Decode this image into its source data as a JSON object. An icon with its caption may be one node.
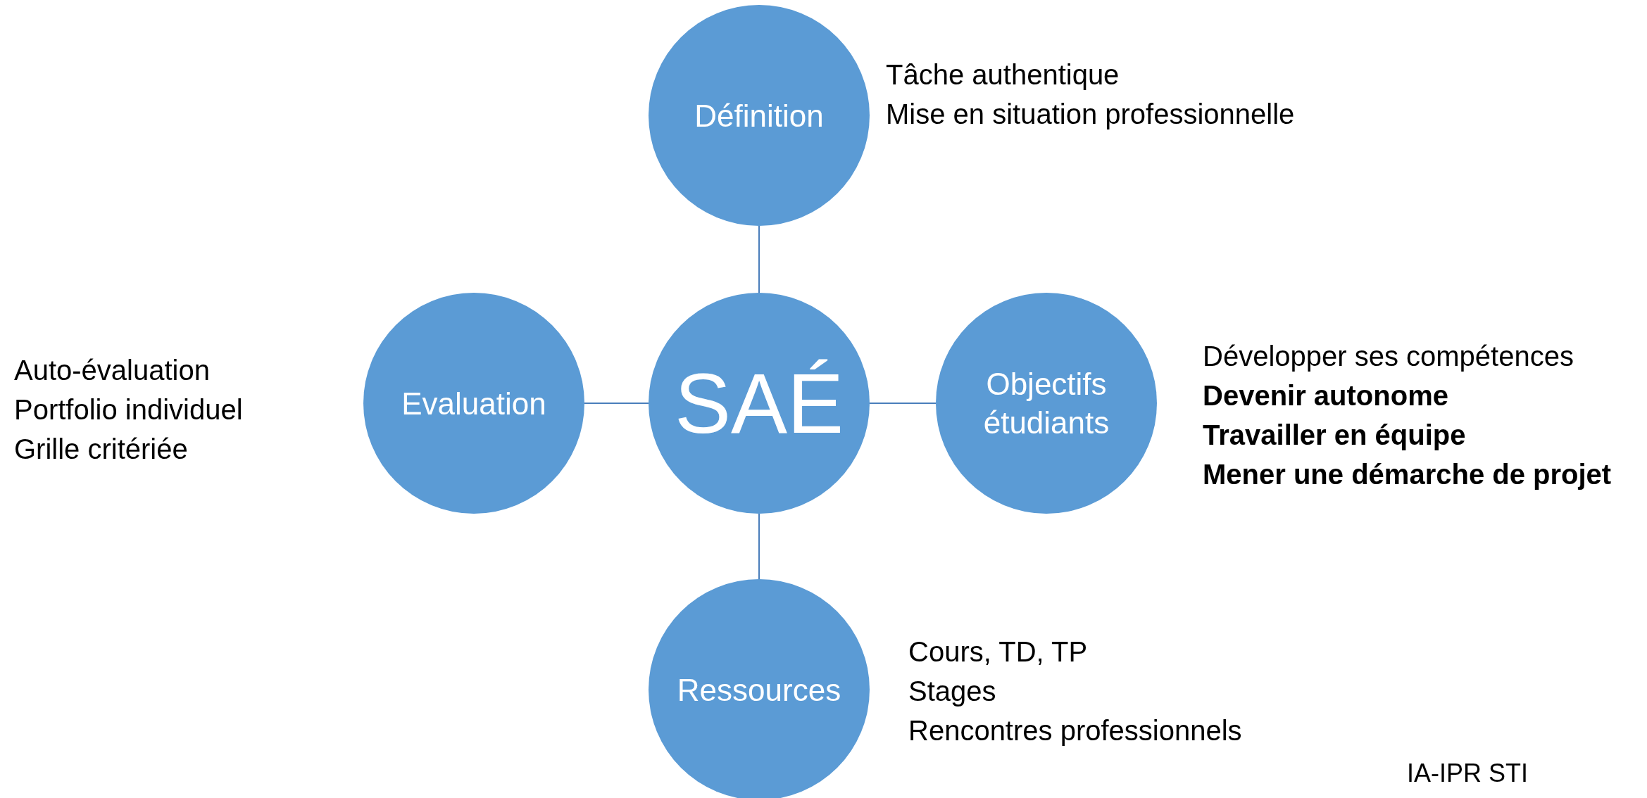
{
  "diagram": {
    "nodes": [
      {
        "text": [
          "Définition"
        ],
        "beside": [
          "Tâche authentique",
          "Mise en situation professionnelle"
        ]
      },
      {
        "text": [
          "Evaluation"
        ],
        "beside": [
          "Auto-évaluation",
          "Portfolio individuel",
          "Grille critériée"
        ]
      },
      {
        "text": [
          "SAÉ"
        ]
      },
      {
        "text": [
          "Objectifs étudiants"
        ],
        "beside": [
          "Développer ses compétences",
          "**Devenir autonome**",
          "**Travailler en équipe**",
          "**Mener une démarche de projet**"
        ]
      },
      {
        "text": [
          "Ressources"
        ],
        "beside": [
          "Cours, TD, TP",
          "Stages",
          "Rencontres professionnels"
        ]
      }
    ],
    "edges": [
      {
        "from": 2,
        "to": 0,
        "arrow": "none"
      },
      {
        "from": 2,
        "to": 1,
        "arrow": "none"
      },
      {
        "from": 2,
        "to": 3,
        "arrow": "none"
      },
      {
        "from": 2,
        "to": 4,
        "arrow": "none"
      }
    ],
    "labels": [
      "IA-IPR STI"
    ]
  }
}
